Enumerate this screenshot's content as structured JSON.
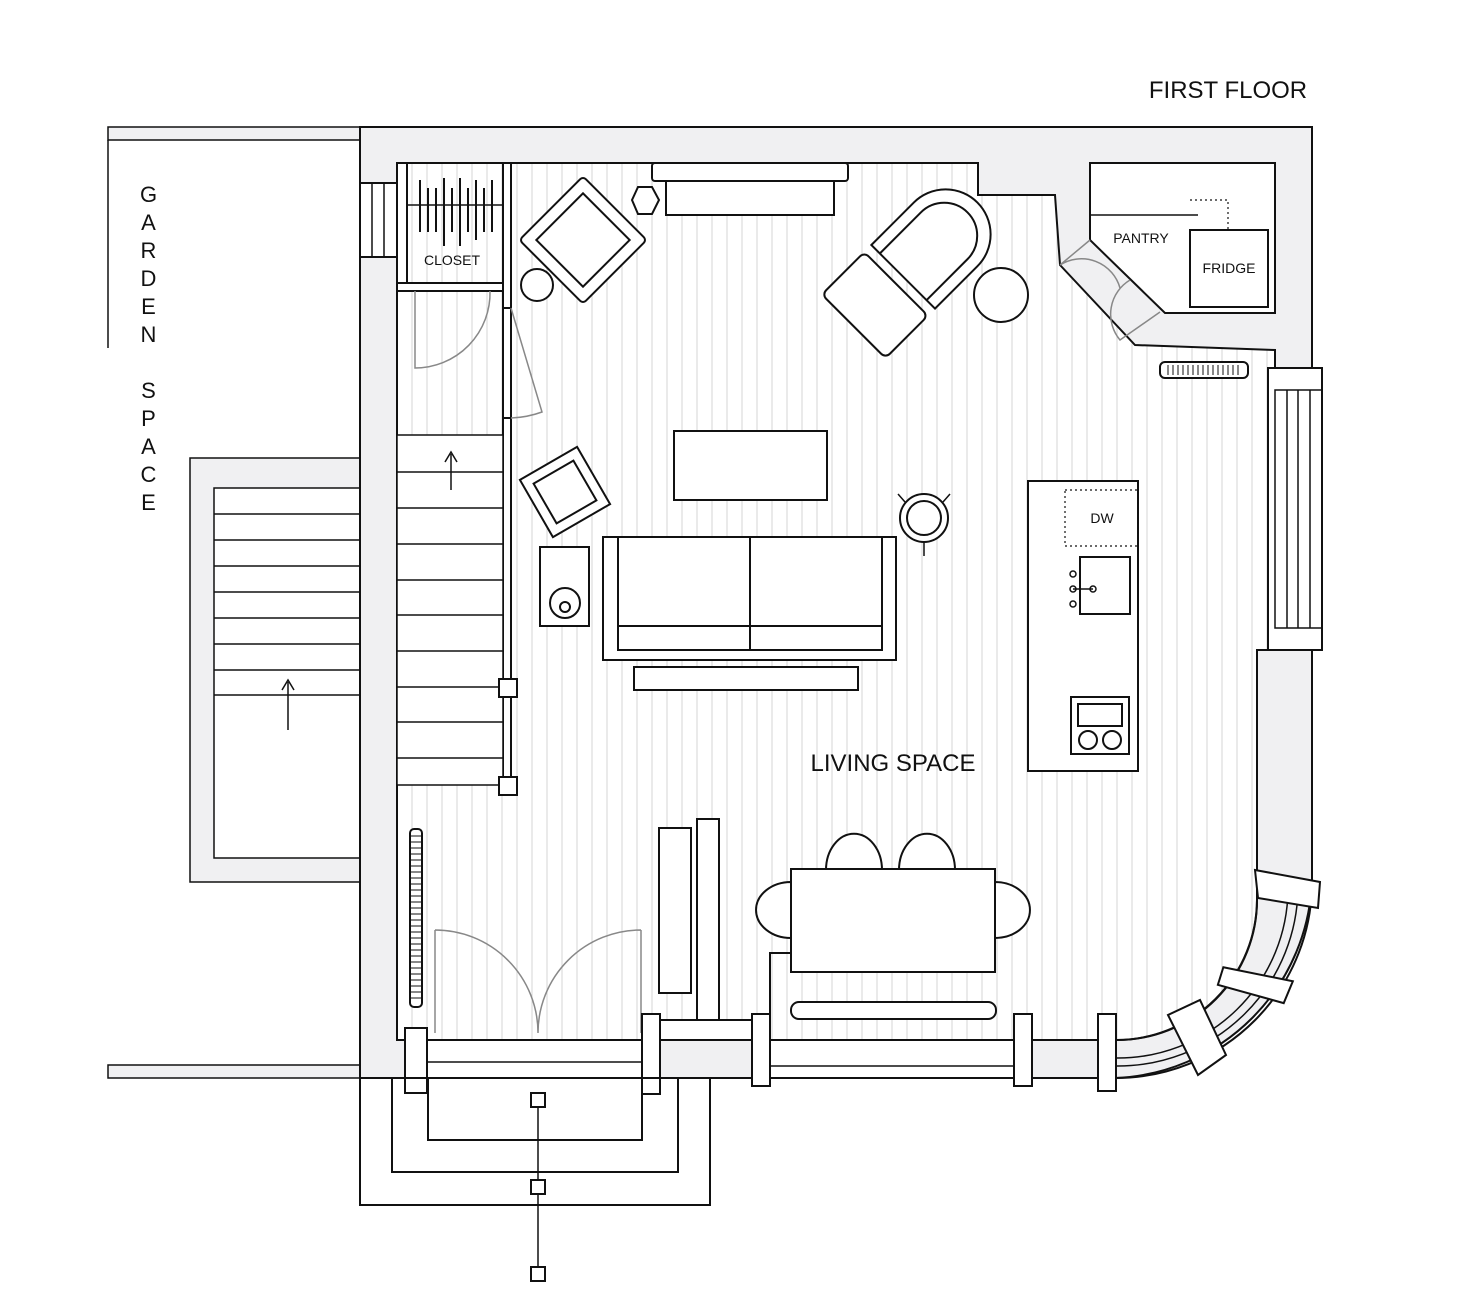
{
  "plan": {
    "title": "FIRST FLOOR",
    "rooms": {
      "garden": "GARDEN SPACE",
      "closet": "CLOSET",
      "pantry": "PANTRY",
      "fridge": "FRIDGE",
      "dishwasher": "DW",
      "living": "LIVING SPACE"
    }
  },
  "colors": {
    "wall": "#f0f0f2",
    "line": "#111111",
    "floor_lines": "#d4d4d4"
  }
}
